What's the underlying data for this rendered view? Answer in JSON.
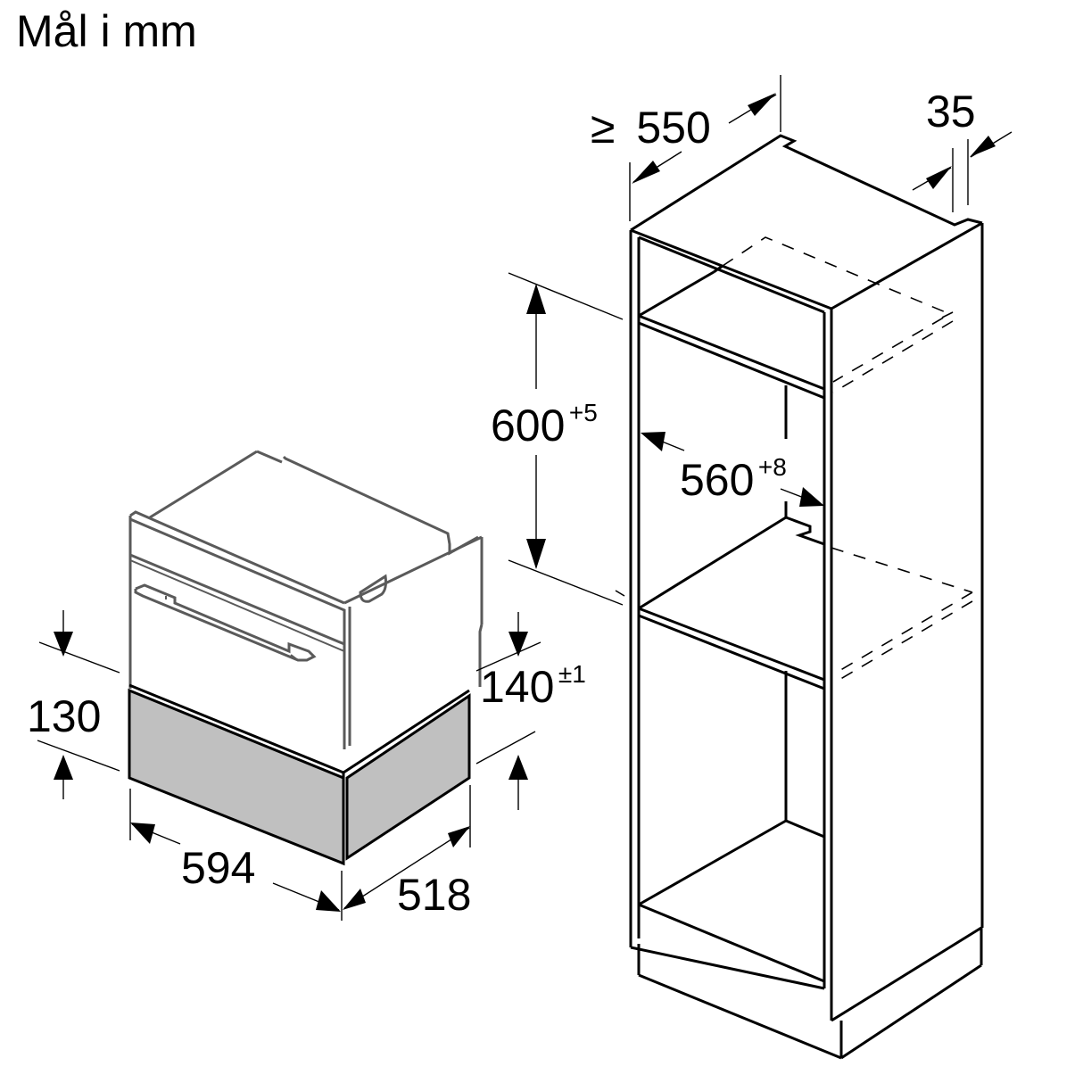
{
  "title": "Mål i mm",
  "colors": {
    "line": "#000000",
    "appliance_line": "#5a5a5a",
    "drawer_fill": "#c0c0c0",
    "background": "#ffffff"
  },
  "dimensions": {
    "cabinet_depth": {
      "prefix": "≥",
      "value": "550"
    },
    "back_gap": {
      "value": "35"
    },
    "niche_height": {
      "value": "600",
      "tolerance": "+5"
    },
    "niche_width": {
      "value": "560",
      "tolerance": "+8"
    },
    "drawer_height_front": {
      "value": "130"
    },
    "drawer_height_side": {
      "value": "140",
      "tolerance": "±1"
    },
    "drawer_width": {
      "value": "594"
    },
    "drawer_depth": {
      "value": "518"
    }
  }
}
